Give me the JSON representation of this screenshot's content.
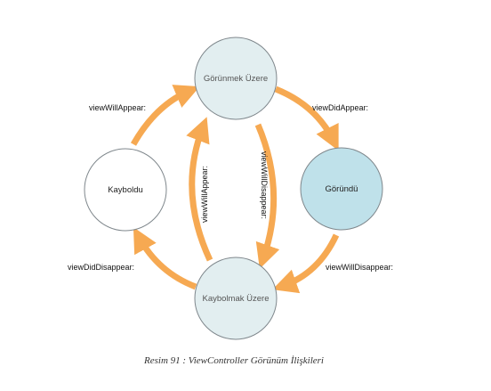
{
  "nodes": {
    "about_to_appear": "Görünmek Üzere",
    "appeared": "Göründü",
    "disappeared": "Kayboldu",
    "about_to_disappear": "Kaybolmak Üzere"
  },
  "edges": {
    "disappeared_to_about_to_appear": "viewWillAppear:",
    "about_to_appear_to_appeared": "viewDidAppear:",
    "about_to_disappear_to_about_to_appear": "viewWillAppear:",
    "about_to_appear_to_about_to_disappear": "viewWillDisappear:",
    "appeared_to_about_to_disappear": "viewWillDisappear:",
    "about_to_disappear_to_disappeared": "viewDidDisappear:"
  },
  "caption": "Resim 91 : ViewController Görünüm İlişkileri",
  "colors": {
    "arrow": "#F6A952",
    "node_stroke": "#7F878C",
    "node_light_fill": "#E2EEF0",
    "node_appeared_fill": "#BFE1EA",
    "node_white_fill": "#FFFFFF"
  }
}
